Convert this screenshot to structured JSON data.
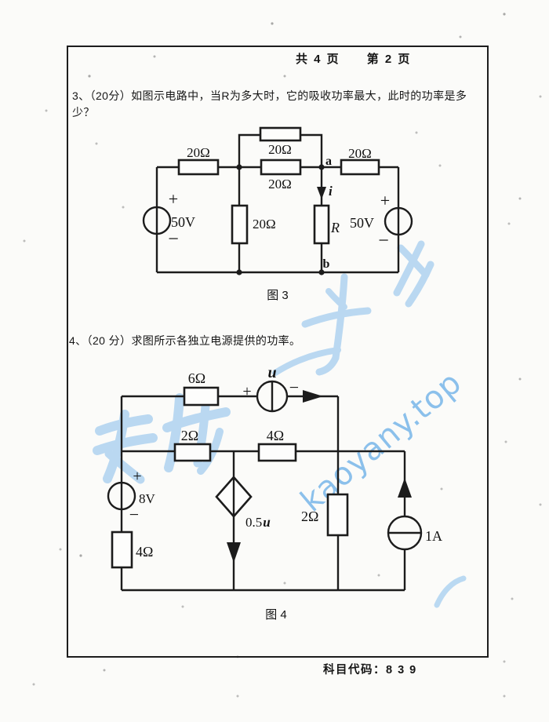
{
  "header": {
    "total_pages": "共 4 页",
    "current_page": "第 2 页"
  },
  "question3": {
    "text": "3、（20分）如图示电路中，当R为多大时，它的吸收功率最大，此时的功率是多少？"
  },
  "question4": {
    "text": "4、（20 分）求图所示各独立电源提供的功率。"
  },
  "figure3": {
    "caption": "图 3",
    "r_top_left": "20Ω",
    "r_parallel_top": "20Ω",
    "r_parallel_mid": "20Ω",
    "r_right": "20Ω",
    "r_shunt": "20Ω",
    "v_source_left": "50V",
    "v_source_right": "50V",
    "node_a": "a",
    "node_b": "b",
    "current_i": "i",
    "load_R": "R"
  },
  "figure4": {
    "caption": "图 4",
    "r_6": "6Ω",
    "r_2_series": "2Ω",
    "r_4_series": "4Ω",
    "r_2_shunt": "2Ω",
    "r_4_left": "4Ω",
    "v_source": "8V",
    "u_label": "u",
    "dep_coeff": "0.5",
    "dep_var": "u",
    "i_source": "1A"
  },
  "symbols": {
    "plus": "+",
    "minus": "−"
  },
  "watermark": {
    "site": "kaoyany.top"
  },
  "footer": {
    "subject_code": "科目代码：8 3 9"
  }
}
